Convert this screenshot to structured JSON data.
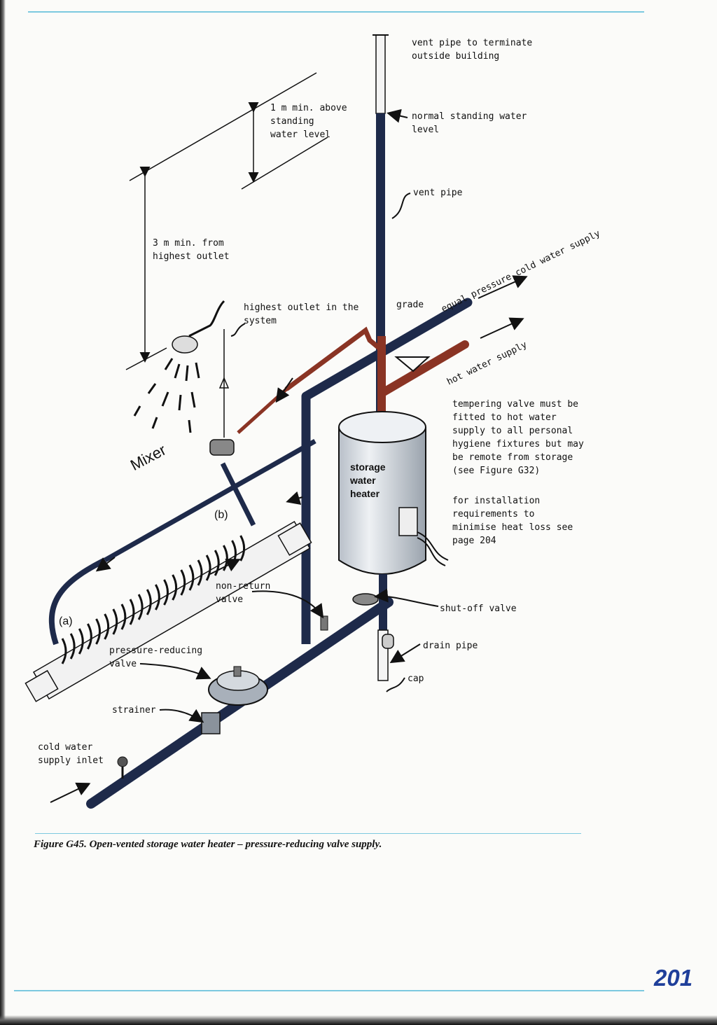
{
  "labels": {
    "vent_terminate": "vent pipe to terminate\noutside building",
    "standing_level": "normal standing water\nlevel",
    "vent_pipe": "vent pipe",
    "one_m_min": "1 m min. above\nstanding\nwater level",
    "three_m_min": "3 m min. from\nhighest outlet",
    "highest_outlet": "highest outlet in the\nsystem",
    "grade": "grade",
    "cold_supply": "equal pressure cold water supply",
    "hot_supply": "hot water supply",
    "tempering": "tempering valve must be\nfitted to hot water\nsupply to all personal\nhygiene fixtures but may\nbe remote from storage\n(see Figure G32)",
    "installation": "for installation\nrequirements to\nminimise heat loss see\npage 204",
    "storage_heater": "storage\nwater\nheater",
    "mixer": "Mixer",
    "b": "(b)",
    "a": "(a)",
    "non_return": "non-return\nvalve",
    "shut_off": "shut-off valve",
    "drain_pipe": "drain pipe",
    "cap": "cap",
    "pressure_reducing": "pressure-reducing\nvalve",
    "strainer": "strainer",
    "cold_inlet": "cold water\nsupply inlet"
  },
  "caption": "Figure G45. Open-vented storage water heater – pressure-reducing valve supply.",
  "page_number": "201",
  "colors": {
    "accent_rule": "#7cc9df",
    "pipe_cold": "#1e2a4a",
    "pipe_hot": "#8a3424",
    "tank": "#dfe4ea",
    "page_number": "#1f3f9a"
  }
}
